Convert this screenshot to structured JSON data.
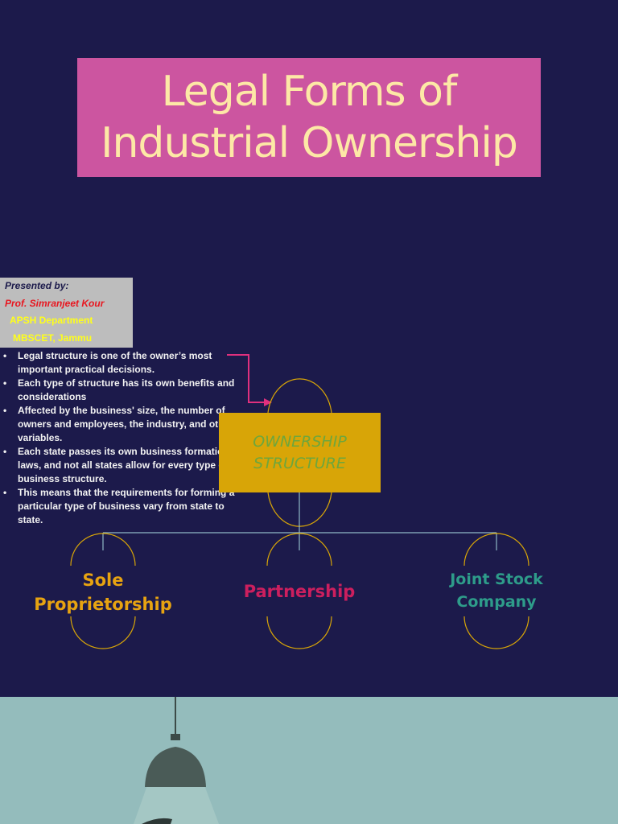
{
  "title": {
    "line1": "Legal Forms of",
    "line2": "Industrial Ownership"
  },
  "presenter": {
    "label": "Presented by:",
    "name": "Prof. Simranjeet Kour",
    "department": "APSH Department",
    "institute": "MBSCET, Jammu"
  },
  "bullets": [
    "Legal structure is one of the owner’s most important practical decisions.",
    "Each type of structure has its own benefits and considerations",
    "Affected by the business' size, the number of owners and employees, the industry, and other variables.",
    " Each state passes its own business formation laws, and not all states allow for every type of business structure.",
    "This means that the requirements for forming a particular type of business vary from state to state."
  ],
  "diagram": {
    "root_line1": "OWNERSHIP",
    "root_line2": "STRUCTURE",
    "node_sole_line1": "Sole",
    "node_sole_line2": "Proprietorship",
    "node_partnership": "Partnership",
    "node_joint_line1": "Joint Stock",
    "node_joint_line2": "Company"
  },
  "colors": {
    "background": "#1c1a4b",
    "title_box": "#cc55a0",
    "title_text": "#fde8a6",
    "structure_box": "#d8a507",
    "arrow": "#e0307e",
    "bottom_panel": "#94bcbc"
  },
  "icons": [
    "arrow-icon",
    "pendant-lamp-icon"
  ]
}
